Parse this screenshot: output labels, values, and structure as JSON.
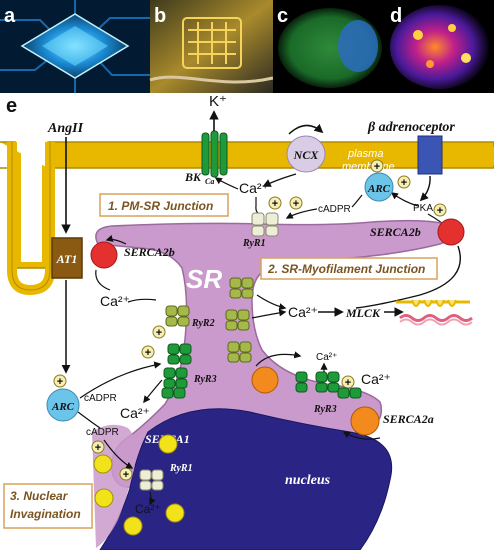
{
  "panels": {
    "a": "a",
    "b": "b",
    "c": "c",
    "d": "d",
    "e": "e"
  },
  "labels": {
    "angii": "AngII",
    "k_plus": "K⁺",
    "bk_ca_main": "BK",
    "bk_ca_sub": "Ca",
    "ncx": "NCX",
    "beta_adrenoceptor": "β adrenoceptor",
    "plasma_membrane_1": "plasma",
    "plasma_membrane_2": "membrane",
    "arc": "ARC",
    "pka": "PKA",
    "cadpr": "cADPR",
    "ca2": "Ca²⁺",
    "ca2_small": "Ca²⁺",
    "ryr1": "RyR1",
    "ryr2": "RyR2",
    "ryr3": "RyR3",
    "serca2b": "SERCA2b",
    "serca2a": "SERCA2a",
    "serca1": "SERCA1",
    "sr": "SR",
    "at1": "AT1",
    "mlck": "MLCK",
    "nucleus": "nucleus",
    "plus": "+"
  },
  "boxes": {
    "pm_sr_junction": "1. PM-SR Junction",
    "sr_myofilament_junction": "2. SR-Myofilament Junction",
    "nuclear_invagination_1": "3. Nuclear",
    "nuclear_invagination_2": "Invagination"
  },
  "colors": {
    "membrane": "#e8b800",
    "membrane_dark": "#b08a00",
    "sr": "#c99acb",
    "sr_edge": "#9b6a9e",
    "nucleus": "#2a2585",
    "channel_green": "#1f9a3a",
    "ryr_light": "#eeeed8",
    "ryr_olive": "#a6b84a",
    "arc_blue": "#6cc4e8",
    "serca_red": "#e53030",
    "serca_orange": "#f28a1e",
    "serca_yellow": "#f2e21a",
    "beta_receptor": "#3b55b5",
    "ncx": "#d9cde6",
    "box_border": "#d8a25a",
    "at1": "#8a5a12"
  },
  "icons": {
    "chip": "microchip-image",
    "sensor": "sensor-array-image",
    "cell_green": "fluorescent-cell-image",
    "cell_heat": "heatmap-cell-image",
    "myofilament": "myofilament-icon"
  }
}
